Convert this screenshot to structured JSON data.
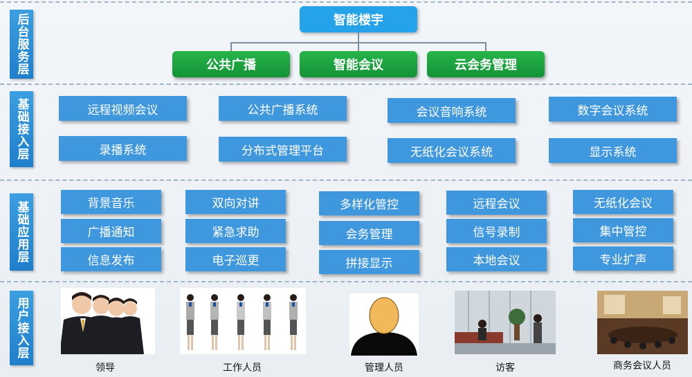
{
  "layers": {
    "backend": "后台服务层",
    "infra_access": "基础接入层",
    "infra_app": "基础应用层",
    "user_access": "用户接入层"
  },
  "top": {
    "root": "智能楼宇",
    "children": [
      "公共广播",
      "智能会议",
      "云会务管理"
    ]
  },
  "infra_systems": [
    [
      "远程视频会议",
      "公共广播系统",
      "会议音响系统",
      "数字会议系统"
    ],
    [
      "录播系统",
      "分布式管理平台",
      "无纸化会议系统",
      "显示系统"
    ]
  ],
  "apps": [
    [
      "背景音乐",
      "广播通知",
      "信息发布"
    ],
    [
      "双向对讲",
      "紧急求助",
      "电子巡更"
    ],
    [
      "多样化管控",
      "会务管理",
      "拼接显示"
    ],
    [
      "远程会议",
      "信号录制",
      "本地会议"
    ],
    [
      "无纸化会议",
      "集中管控",
      "专业扩声"
    ]
  ],
  "users": [
    "领导",
    "工作人员",
    "管理人员",
    "访客",
    "商务会议人员"
  ],
  "colors": {
    "layer_bg": "#2b8fd8",
    "box_blue": "#3f97dd",
    "box_green": "#1ea63f",
    "root_blue": "#25a3ea"
  }
}
